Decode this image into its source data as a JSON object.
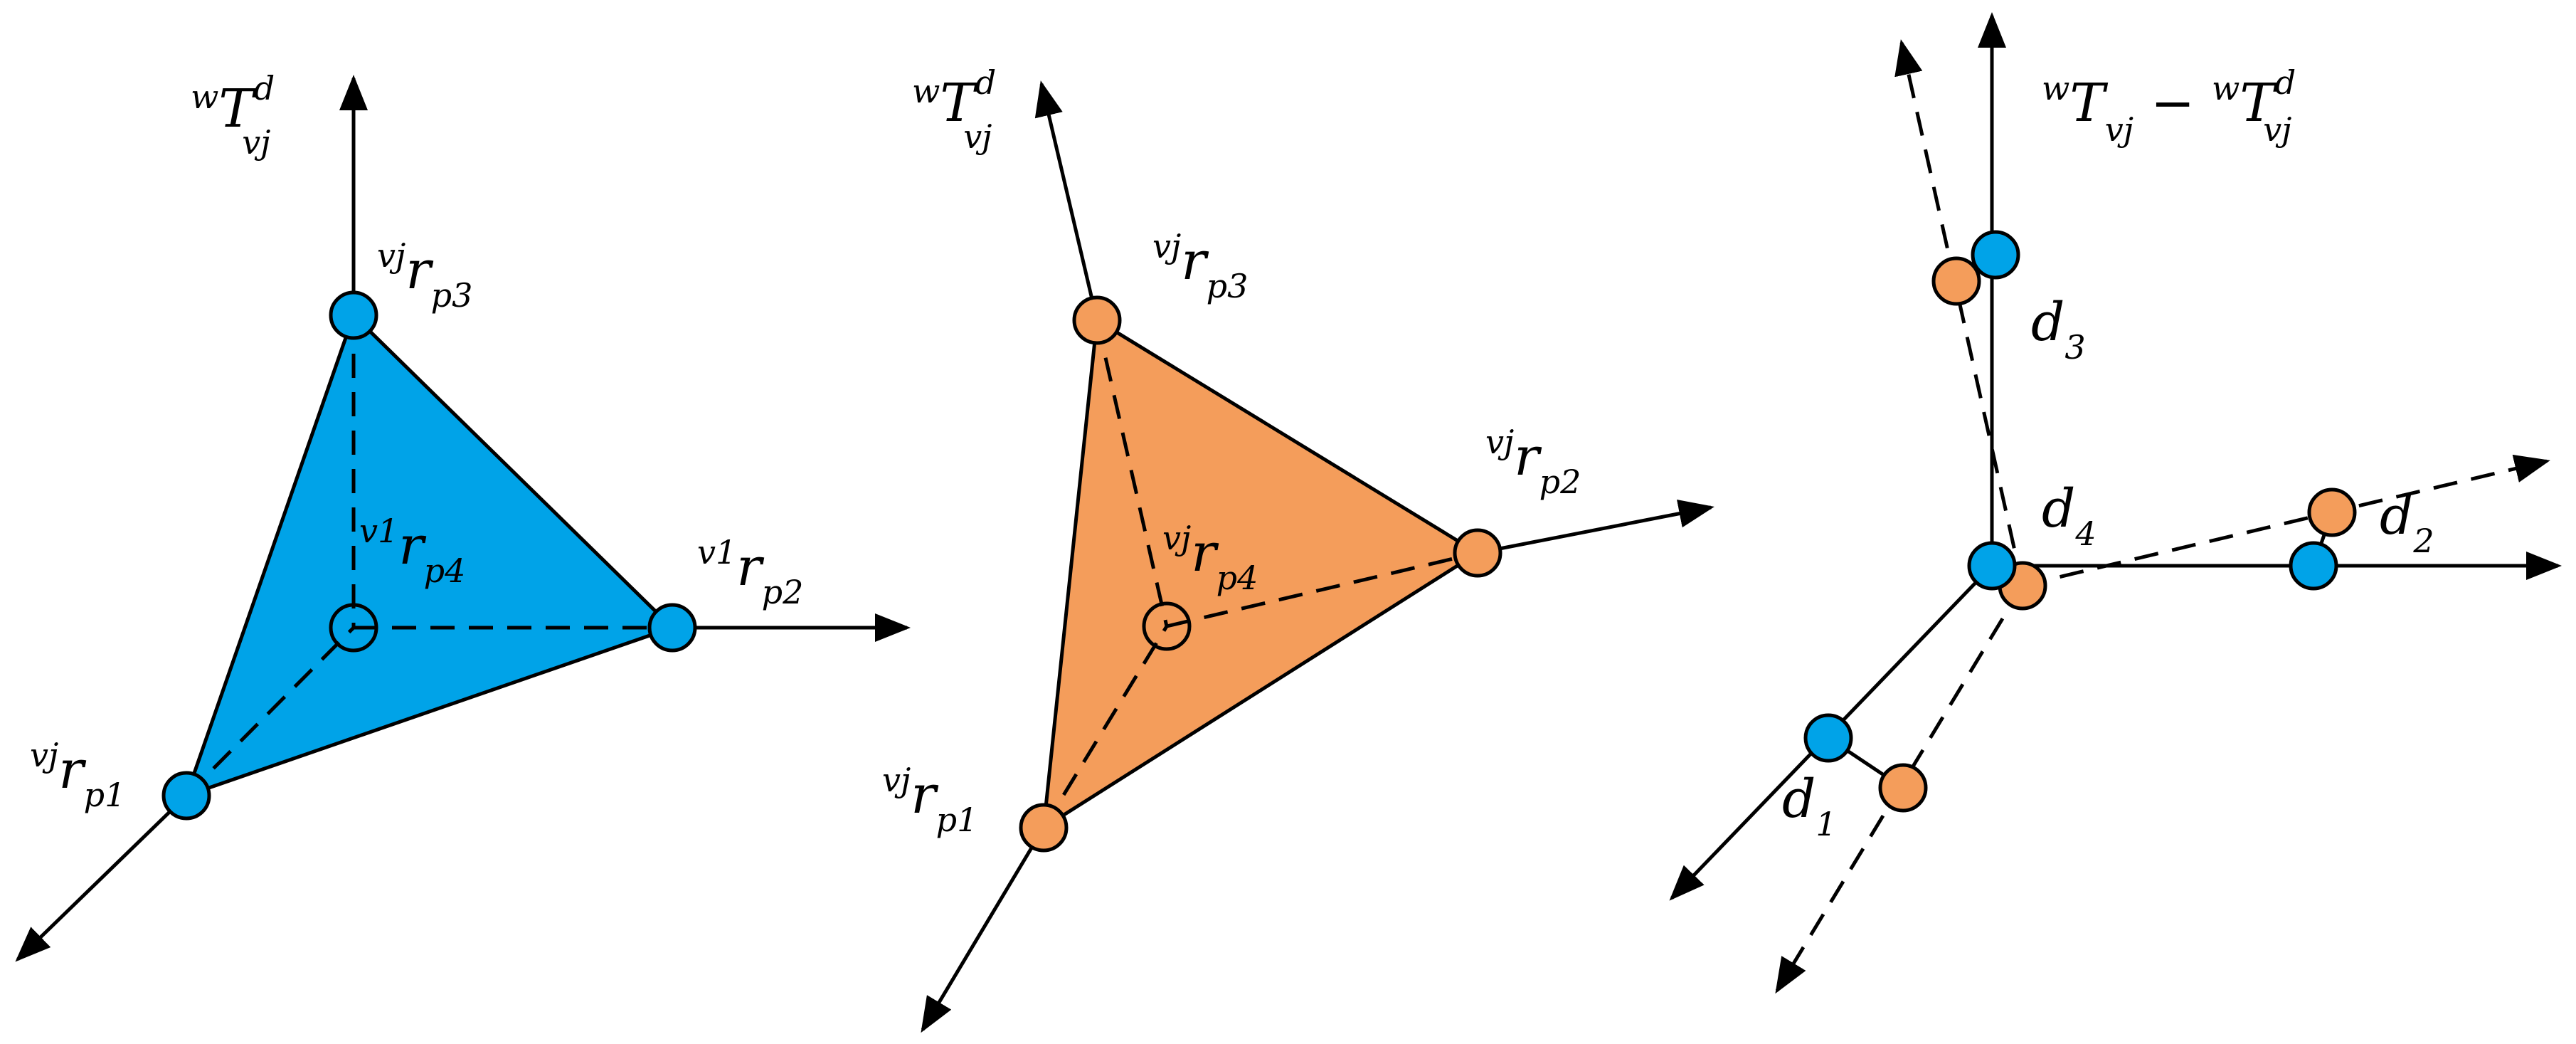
{
  "colors": {
    "blue": "#00a3e8",
    "orange": "#f49d5b",
    "stroke": "#000000",
    "background": "#ffffff"
  },
  "panel1": {
    "axis_label": {
      "pre": "w",
      "main": "T",
      "sup": "d",
      "sub": "vj"
    },
    "points": [
      {
        "pre": "vj",
        "main": "r",
        "sub": "p3"
      },
      {
        "pre": "v1",
        "main": "r",
        "sub": "p2"
      },
      {
        "pre": "v1",
        "main": "r",
        "sub": "p4"
      },
      {
        "pre": "vj",
        "main": "r",
        "sub": "p1"
      }
    ]
  },
  "panel2": {
    "axis_label": {
      "pre": "w",
      "main": "T",
      "sup": "d",
      "sub": "vj"
    },
    "points": [
      {
        "pre": "vj",
        "main": "r",
        "sub": "p3"
      },
      {
        "pre": "vj",
        "main": "r",
        "sub": "p2"
      },
      {
        "pre": "vj",
        "main": "r",
        "sub": "p4"
      },
      {
        "pre": "vj",
        "main": "r",
        "sub": "p1"
      }
    ]
  },
  "panel3": {
    "axis_label": {
      "left": {
        "pre": "w",
        "main": "T",
        "sub": "vj"
      },
      "minus": "−",
      "right": {
        "pre": "w",
        "main": "T",
        "sup": "d",
        "sub": "vj"
      }
    },
    "distances": [
      {
        "main": "d",
        "sub": "3"
      },
      {
        "main": "d",
        "sub": "4"
      },
      {
        "main": "d",
        "sub": "2"
      },
      {
        "main": "d",
        "sub": "1"
      }
    ]
  }
}
